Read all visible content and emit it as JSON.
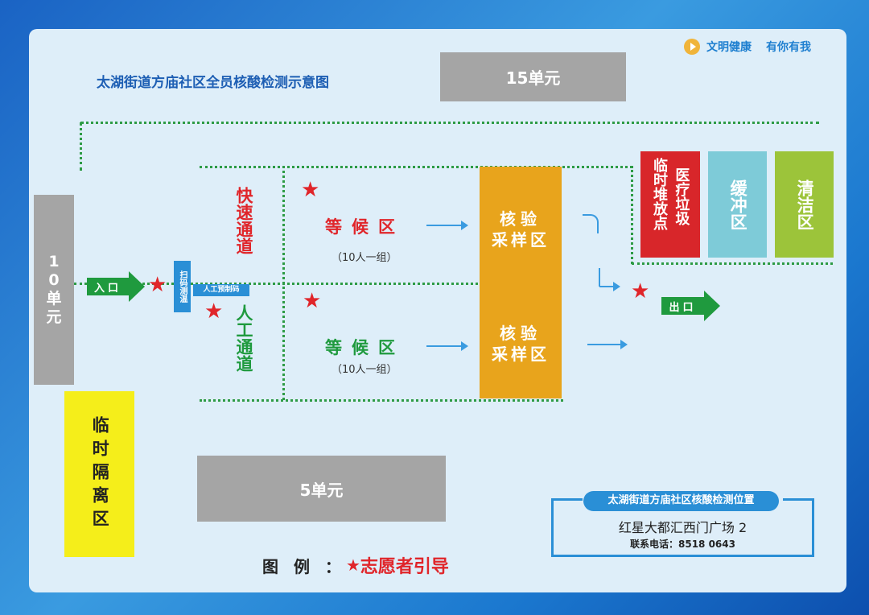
{
  "header": {
    "title": "太湖街道方庙社区全员核酸检测示意图",
    "slogan1": "文明健康",
    "slogan2": "有你有我",
    "slogan_icon": "play-icon"
  },
  "buildings": {
    "b15": "15单元",
    "b10": "10单元",
    "b5": "5单元"
  },
  "entrance": "入口",
  "exit": "出口",
  "scan": "扫码测温",
  "manual_code": "人工预制码",
  "fast_lane": "快速通道",
  "manual_lane": "人工通道",
  "waiting": [
    {
      "label": "等候区",
      "note": "（10人一组）"
    },
    {
      "label": "等候区",
      "note": "（10人一组）"
    }
  ],
  "sampling": [
    {
      "line1": "核验",
      "line2": "采样区"
    },
    {
      "line1": "核验",
      "line2": "采样区"
    }
  ],
  "zones": {
    "waste_a": "临时堆放点",
    "waste_b": "医疗垃圾",
    "buffer": "缓冲区",
    "clean": "清洁区",
    "isolation": "临时隔离区"
  },
  "legend": {
    "label": "图 例 ：",
    "star": "★",
    "text": "志愿者引导"
  },
  "info": {
    "header": "太湖街道方庙社区核酸检测位置",
    "address": "红星大都汇西门广场 2",
    "phone": "联系电话：8518 0643"
  },
  "colors": {
    "red": "#e0252a",
    "green": "#1f9a3e",
    "orange": "#e8a41c",
    "blue": "#2a8fd6"
  }
}
